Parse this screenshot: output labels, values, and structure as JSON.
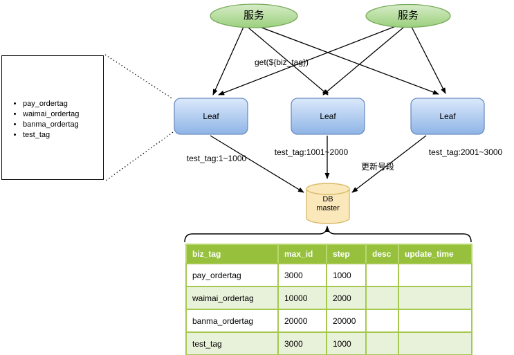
{
  "diagram": {
    "services": [
      {
        "label": "服务"
      },
      {
        "label": "服务"
      }
    ],
    "request_label": "get(${biz_tag})",
    "tag_list": {
      "items": [
        "pay_ordertag",
        "waimai_ordertag",
        "banma_ordertag",
        "test_tag"
      ]
    },
    "leaf_nodes": [
      {
        "label": "Leaf"
      },
      {
        "label": "Leaf"
      },
      {
        "label": "Leaf"
      }
    ],
    "segment_labels": [
      "test_tag:1~1000",
      "test_tag:1001~2000",
      "test_tag:2001~3000"
    ],
    "update_label": "更新号段",
    "db": {
      "line1": "DB",
      "line2": "master"
    }
  },
  "table": {
    "headers": [
      "biz_tag",
      "max_id",
      "step",
      "desc",
      "update_time"
    ],
    "rows": [
      [
        "pay_ordertag",
        "3000",
        "1000",
        "",
        ""
      ],
      [
        "waimai_ordertag",
        "10000",
        "2000",
        "",
        ""
      ],
      [
        "banma_ordertag",
        "20000",
        "20000",
        "",
        ""
      ],
      [
        "test_tag",
        "3000",
        "1000",
        "",
        ""
      ]
    ]
  },
  "colors": {
    "service_fill_top": "#d7ecc8",
    "service_fill_bottom": "#9bd07d",
    "service_border": "#77aa5a",
    "leaf_fill_top": "#dbe9fb",
    "leaf_fill_bottom": "#8fb4e6",
    "leaf_border": "#6c8ebf",
    "db_fill": "#fae8bb",
    "db_border": "#d8bb6a",
    "table_header_bg": "#97c13d",
    "table_row_alt_bg": "#e8f1da",
    "table_border": "#a6c84f",
    "line": "#000000"
  }
}
